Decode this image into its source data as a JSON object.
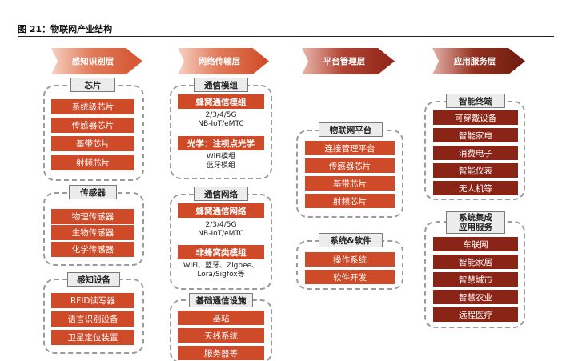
{
  "figure": {
    "title": "图 21：物联网产业结构"
  },
  "layers": [
    {
      "label": "感知识别层"
    },
    {
      "label": "网络传输层"
    },
    {
      "label": "平台管理层"
    },
    {
      "label": "应用服务层"
    }
  ],
  "perception": {
    "chip": {
      "title": "芯片",
      "items": [
        "系统级芯片",
        "传感器芯片",
        "基带芯片",
        "射频芯片"
      ]
    },
    "sensor": {
      "title": "传感器",
      "items": [
        "物理传感器",
        "生物传感器",
        "化学传感器"
      ]
    },
    "device": {
      "title": "感知设备",
      "items": [
        "RFID读写器",
        "语言识别设备",
        "卫星定位装置"
      ]
    }
  },
  "network": {
    "module": {
      "title": "通信模组",
      "cellular": {
        "label": "蜂窝通信模组",
        "lines": [
          "2/3/4/5G",
          "NB-IoT/eMTC"
        ]
      },
      "optical": {
        "label": "光学：注视点光学",
        "lines": [
          "WiFi模组",
          "蓝牙模组"
        ]
      }
    },
    "net": {
      "title": "通信网络",
      "cellular": {
        "label": "蜂窝通信网络",
        "lines": [
          "2/3/4/5G",
          "NB-IoT/eMTC"
        ]
      },
      "noncellular": {
        "label": "非蜂窝类模组",
        "lines": [
          "WiFi、蓝牙、Zigbee、",
          "Lora/Sigfox等"
        ]
      }
    },
    "infra": {
      "title": "基础通信设施",
      "items": [
        "基站",
        "天线系统",
        "服务器等"
      ]
    }
  },
  "platform": {
    "iot": {
      "title": "物联网平台",
      "items": [
        "连接管理平台",
        "传感器芯片",
        "基带芯片",
        "射频芯片"
      ]
    },
    "software": {
      "title": "系统&软件",
      "items": [
        "操作系统",
        "软件开发"
      ]
    }
  },
  "application": {
    "terminal": {
      "title": "智能终端",
      "items": [
        "可穿戴设备",
        "智能家电",
        "消费电子",
        "智能仪表",
        "无人机等"
      ]
    },
    "service": {
      "title_line1": "系统集成",
      "title_line2": "应用服务",
      "items": [
        "车联网",
        "智能家居",
        "智慧城市",
        "智慧农业",
        "远程医疗"
      ]
    }
  }
}
